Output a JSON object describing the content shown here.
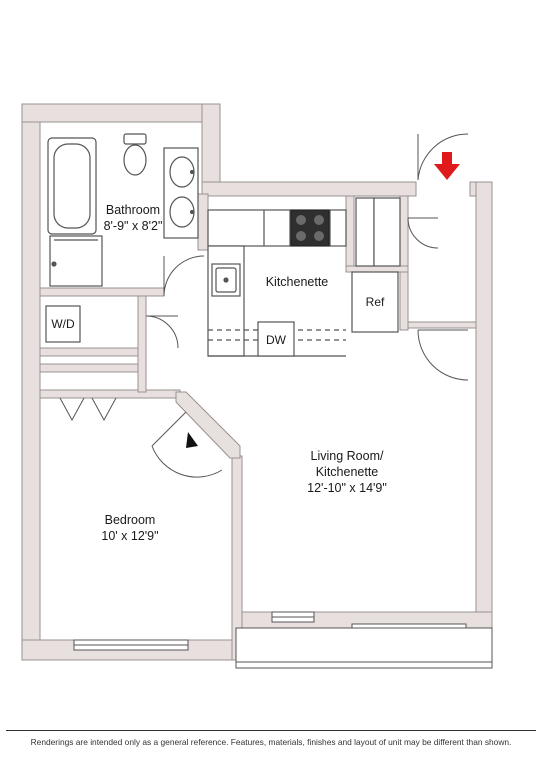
{
  "rooms": {
    "bathroom": {
      "name": "Bathroom",
      "dims": "8'-9\" x 8'2\""
    },
    "kitchenette": {
      "name": "Kitchenette"
    },
    "living": {
      "name_line1": "Living Room/",
      "name_line2": "Kitchenette",
      "dims": "12'-10\" x 14'9\""
    },
    "bedroom": {
      "name": "Bedroom",
      "dims": "10' x 12'9\""
    }
  },
  "appliances": {
    "washer_dryer": "W/D",
    "refrigerator": "Ref",
    "dishwasher": "DW"
  },
  "colors": {
    "wall": "#e8e0df",
    "wall_edge": "#9a9090",
    "fixture": "#555555",
    "entry_arrow": "#e01a1a",
    "direction_marker": "#111111"
  },
  "icons": {
    "entry": "entry-arrow-icon",
    "direction": "direction-triangle-icon"
  },
  "footer": {
    "disclaimer": "Renderings are intended only as a general reference. Features, materials, finishes and layout of unit may be different than shown."
  }
}
